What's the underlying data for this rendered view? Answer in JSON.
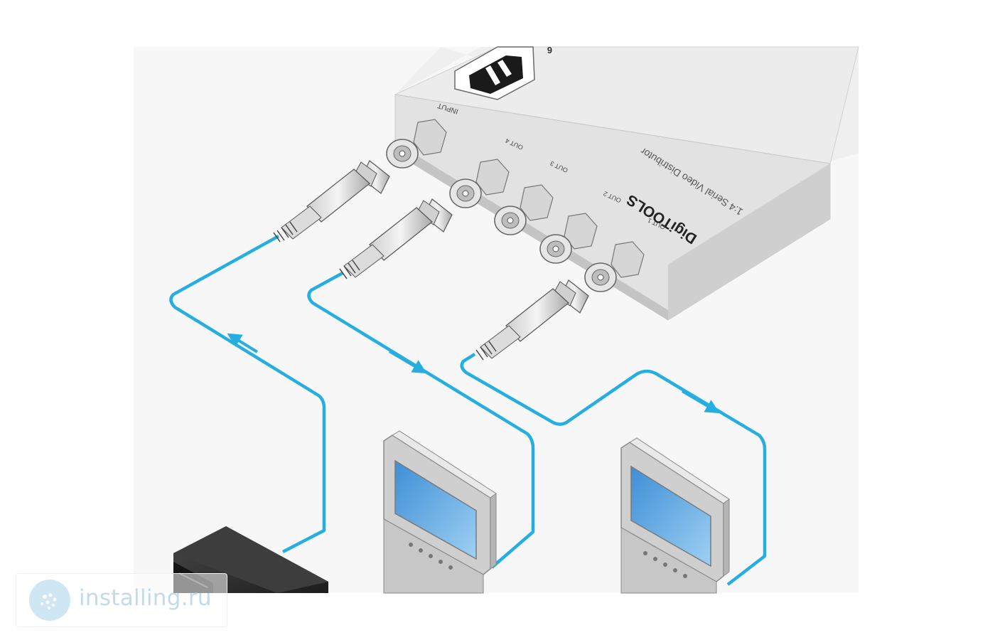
{
  "device": {
    "brand": "DigiTOOLS",
    "model_desc": "1:4 Serial Video Distributor",
    "top_mark": "6",
    "ports": {
      "input": "INPUT",
      "out4": "OUT 4",
      "out3": "OUT 3",
      "out2": "OUT 2",
      "out1": "OUT 1"
    }
  },
  "watermark": {
    "text": "installing.ru"
  },
  "colors": {
    "cable": "#27aee0",
    "device_face": "#e4e4e4",
    "device_top": "#efefef",
    "screen": "#5aa9e0",
    "monitor_body": "#d8d8d8",
    "source_box": "#2e2e2e"
  }
}
